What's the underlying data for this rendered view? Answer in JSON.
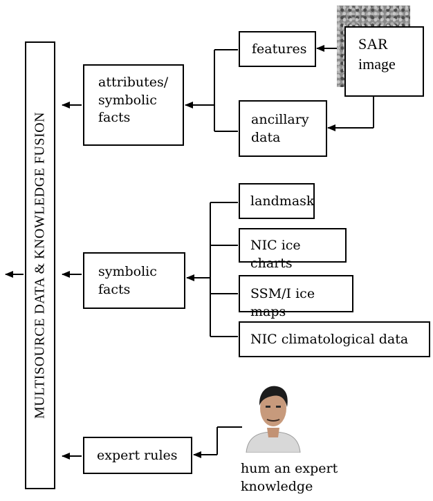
{
  "fusion": {
    "label": "MULTISOURCE DATA & KNOWLEDGE FUSION"
  },
  "group1": {
    "attributes": [
      "attributes/",
      "symbolic",
      "facts"
    ],
    "features": "features",
    "ancillary": [
      "ancillary",
      "data"
    ],
    "sar": [
      "SAR",
      "image"
    ]
  },
  "group2": {
    "symbolic": [
      "symbolic",
      "facts"
    ],
    "sources": [
      "landmask",
      "NIC ice charts",
      "SSM/I ice maps",
      "NIC climatological data"
    ]
  },
  "group3": {
    "expert_rules": "expert rules",
    "human": [
      "hum an expert",
      "knowledge"
    ]
  }
}
